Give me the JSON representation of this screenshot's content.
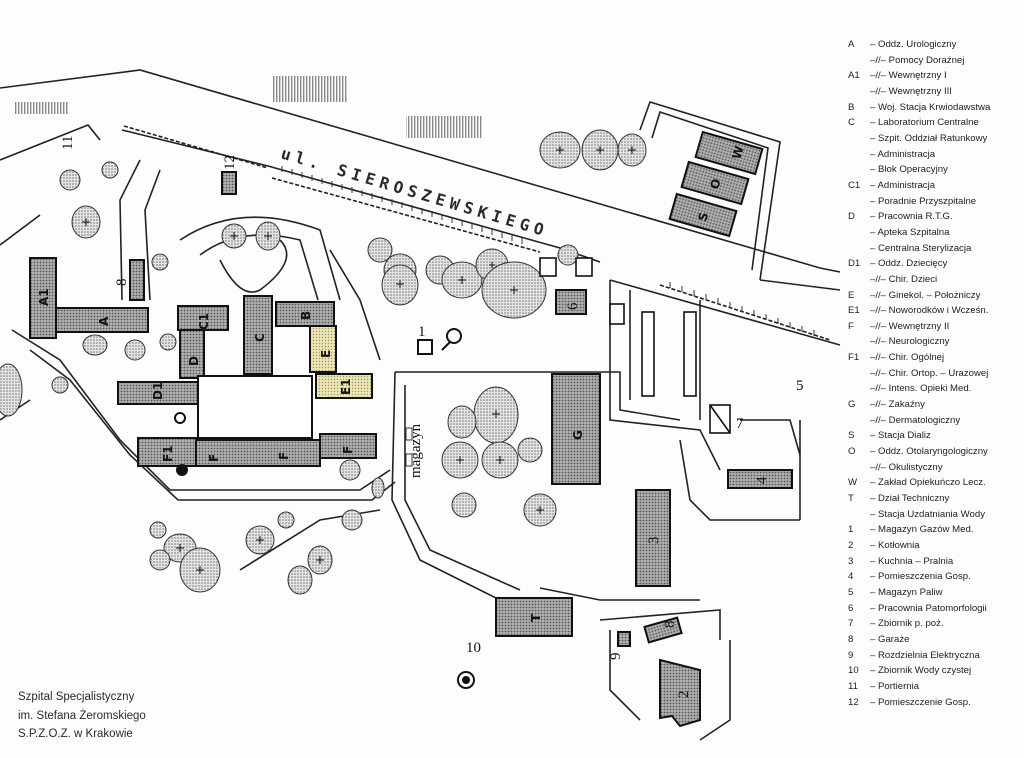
{
  "street_name": "ul. SIEROSZEWSKIEGO",
  "caption": {
    "line1": "Szpital Specjalistyczny",
    "line2": "im. Stefana Żeromskiego",
    "line3": "S.P.Z.O.Z.  w Krakowie"
  },
  "legend": [
    {
      "code": "A",
      "text": "– Oddz. Urologiczny"
    },
    {
      "code": "",
      "text": "–//– Pomocy Doraźnej"
    },
    {
      "code": "A1",
      "text": "–//– Wewnętrzny I"
    },
    {
      "code": "",
      "text": "–//– Wewnętrzny III"
    },
    {
      "code": "B",
      "text": "– Woj. Stacja Krwiodawstwa"
    },
    {
      "code": "C",
      "text": "– Laboratorium Centralne"
    },
    {
      "code": "",
      "text": "– Szpit. Oddział Ratunkowy"
    },
    {
      "code": "",
      "text": "– Administracja"
    },
    {
      "code": "",
      "text": "– Blok Operacyjny"
    },
    {
      "code": "C1",
      "text": "– Administracja"
    },
    {
      "code": "",
      "text": "– Poradnie Przyszpitalne"
    },
    {
      "code": "D",
      "text": "– Pracownia R.T.G."
    },
    {
      "code": "",
      "text": "– Apteka Szpitalna"
    },
    {
      "code": "",
      "text": "– Centralna Sterylizacja"
    },
    {
      "code": "D1",
      "text": "– Oddz. Dziecięcy"
    },
    {
      "code": "",
      "text": "–//– Chir. Dzieci"
    },
    {
      "code": "E",
      "text": "–//– Ginekol. – Położniczy"
    },
    {
      "code": "E1",
      "text": "–//– Noworodków i Wcześn."
    },
    {
      "code": "F",
      "text": "–//– Wewnętrzny II"
    },
    {
      "code": "",
      "text": "–//– Neurologiczny"
    },
    {
      "code": "F1",
      "text": "–//– Chir. Ogólnej"
    },
    {
      "code": "",
      "text": "–//– Chir. Ortop. – Urazowej"
    },
    {
      "code": "",
      "text": "–//– Intens. Opieki Med."
    },
    {
      "code": "G",
      "text": "–//– Zakaźny"
    },
    {
      "code": "",
      "text": "–//– Dermatologiczny"
    },
    {
      "code": "S",
      "text": "– Stacja Dializ"
    },
    {
      "code": "O",
      "text": "– Oddz. Otolaryngologiczny"
    },
    {
      "code": "",
      "text": "–//– Okulistyczny"
    },
    {
      "code": "W",
      "text": "– Zakład Opiekuńczo Lecz."
    },
    {
      "code": "T",
      "text": "– Dział Techniczny"
    },
    {
      "code": "",
      "text": "– Stacja Uzdatniania Wody"
    },
    {
      "code": "1",
      "text": "– Magazyn Gazów Med."
    },
    {
      "code": "2",
      "text": "– Kotłownia"
    },
    {
      "code": "3",
      "text": "– Kuchnia – Pralnia"
    },
    {
      "code": "4",
      "text": "– Pomieszczenia Gosp."
    },
    {
      "code": "5",
      "text": "– Magazyn Paliw"
    },
    {
      "code": "6",
      "text": "– Pracownia Patomorfologii"
    },
    {
      "code": "7",
      "text": "– Zbiornik p. poż."
    },
    {
      "code": "8",
      "text": "– Garaże"
    },
    {
      "code": "9",
      "text": "– Rozdzielnia Elektryczna"
    },
    {
      "code": "10",
      "text": "– Zbiornik Wody czystej"
    },
    {
      "code": "11",
      "text": "– Portiernia"
    },
    {
      "code": "12",
      "text": "– Pomieszczenie Gosp."
    }
  ],
  "buildings": {
    "A1": "A1",
    "A": "A",
    "B": "B",
    "C": "C",
    "C1": "C1",
    "D": "D",
    "D1": "D1",
    "E": "E",
    "E1": "E1",
    "F1": "F1",
    "F": "F",
    "G": "G",
    "S": "S",
    "O": "O",
    "W": "W",
    "T": "T",
    "magazyn": "magazyn"
  },
  "numbers": {
    "n1": "1",
    "n2": "2",
    "n3": "3",
    "n4": "4",
    "n5": "5",
    "n6": "6",
    "n7": "7",
    "n8a": "8",
    "n8b": "8",
    "n9": "9",
    "n10": "10",
    "n11": "11",
    "n12": "12"
  },
  "colors": {
    "building_fill": "#9a9a9a",
    "highlight_fill": "#e6e2a8",
    "tree_fill": "#cfcfcf",
    "line": "#222222"
  }
}
